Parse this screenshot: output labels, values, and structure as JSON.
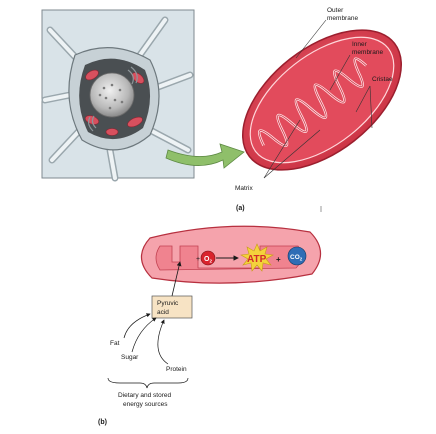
{
  "panel_a": {
    "tag": "(a)",
    "labels": {
      "outer_membrane": "Outer membrane",
      "inner_membrane": "Inner membrane",
      "cristae": "Cristae",
      "matrix": "Matrix"
    }
  },
  "panel_b": {
    "tag": "(b)",
    "o2": "O",
    "o2_sub": "2",
    "atp": "ATP",
    "co2": "CO",
    "co2_sub": "2",
    "plus1": "+",
    "plus2": "+",
    "pyruvic": "Pyruvic",
    "acid": "acid",
    "fat": "Fat",
    "sugar": "Sugar",
    "protein": "Protein",
    "dietary_line1": "Dietary and stored",
    "dietary_line2": "energy sources"
  },
  "colors": {
    "mito_red": "#e0404f",
    "mito_light": "#f5a3ac",
    "arrow_green": "#8fbf6a",
    "o2_red": "#d9232d",
    "co2_blue": "#2f6db5",
    "atp_yellow": "#f4d23c"
  }
}
